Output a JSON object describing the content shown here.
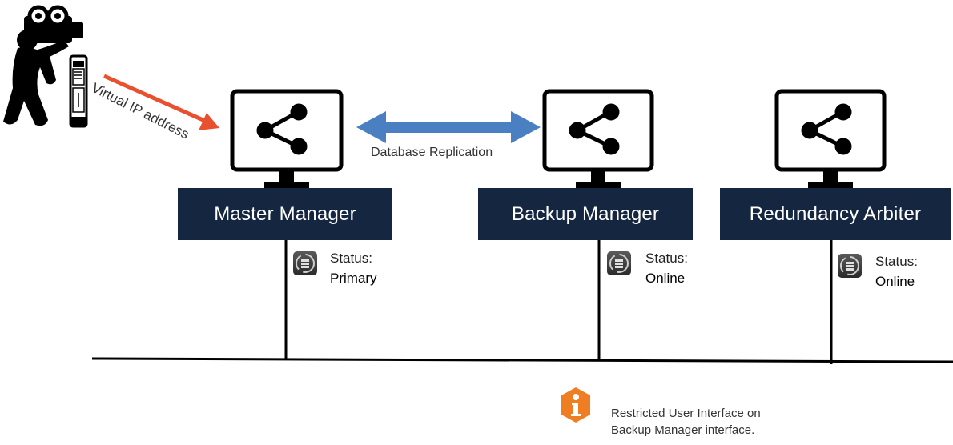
{
  "nodes": [
    {
      "name": "Master Manager",
      "status_label": "Status:",
      "status_value": "Primary",
      "status_icon": "server-sync-icon"
    },
    {
      "name": "Backup Manager",
      "status_label": "Status:",
      "status_value": "Online",
      "status_icon": "server-sync-icon"
    },
    {
      "name": "Redundancy Arbiter",
      "status_label": "Status:",
      "status_value": "Online",
      "status_icon": "server-sync-icon"
    }
  ],
  "connections": {
    "replication_label": "Database Replication",
    "virtual_ip_label": "Virtual IP address"
  },
  "note": {
    "icon": "info-icon",
    "line1": "Restricted User Interface on",
    "line2": "Backup Manager interface."
  },
  "colors": {
    "node_label_bg": "#152641",
    "replication_arrow": "#4a7fc1",
    "virtual_ip_arrow": "#e8502e",
    "info_icon": "#ef7d22"
  }
}
